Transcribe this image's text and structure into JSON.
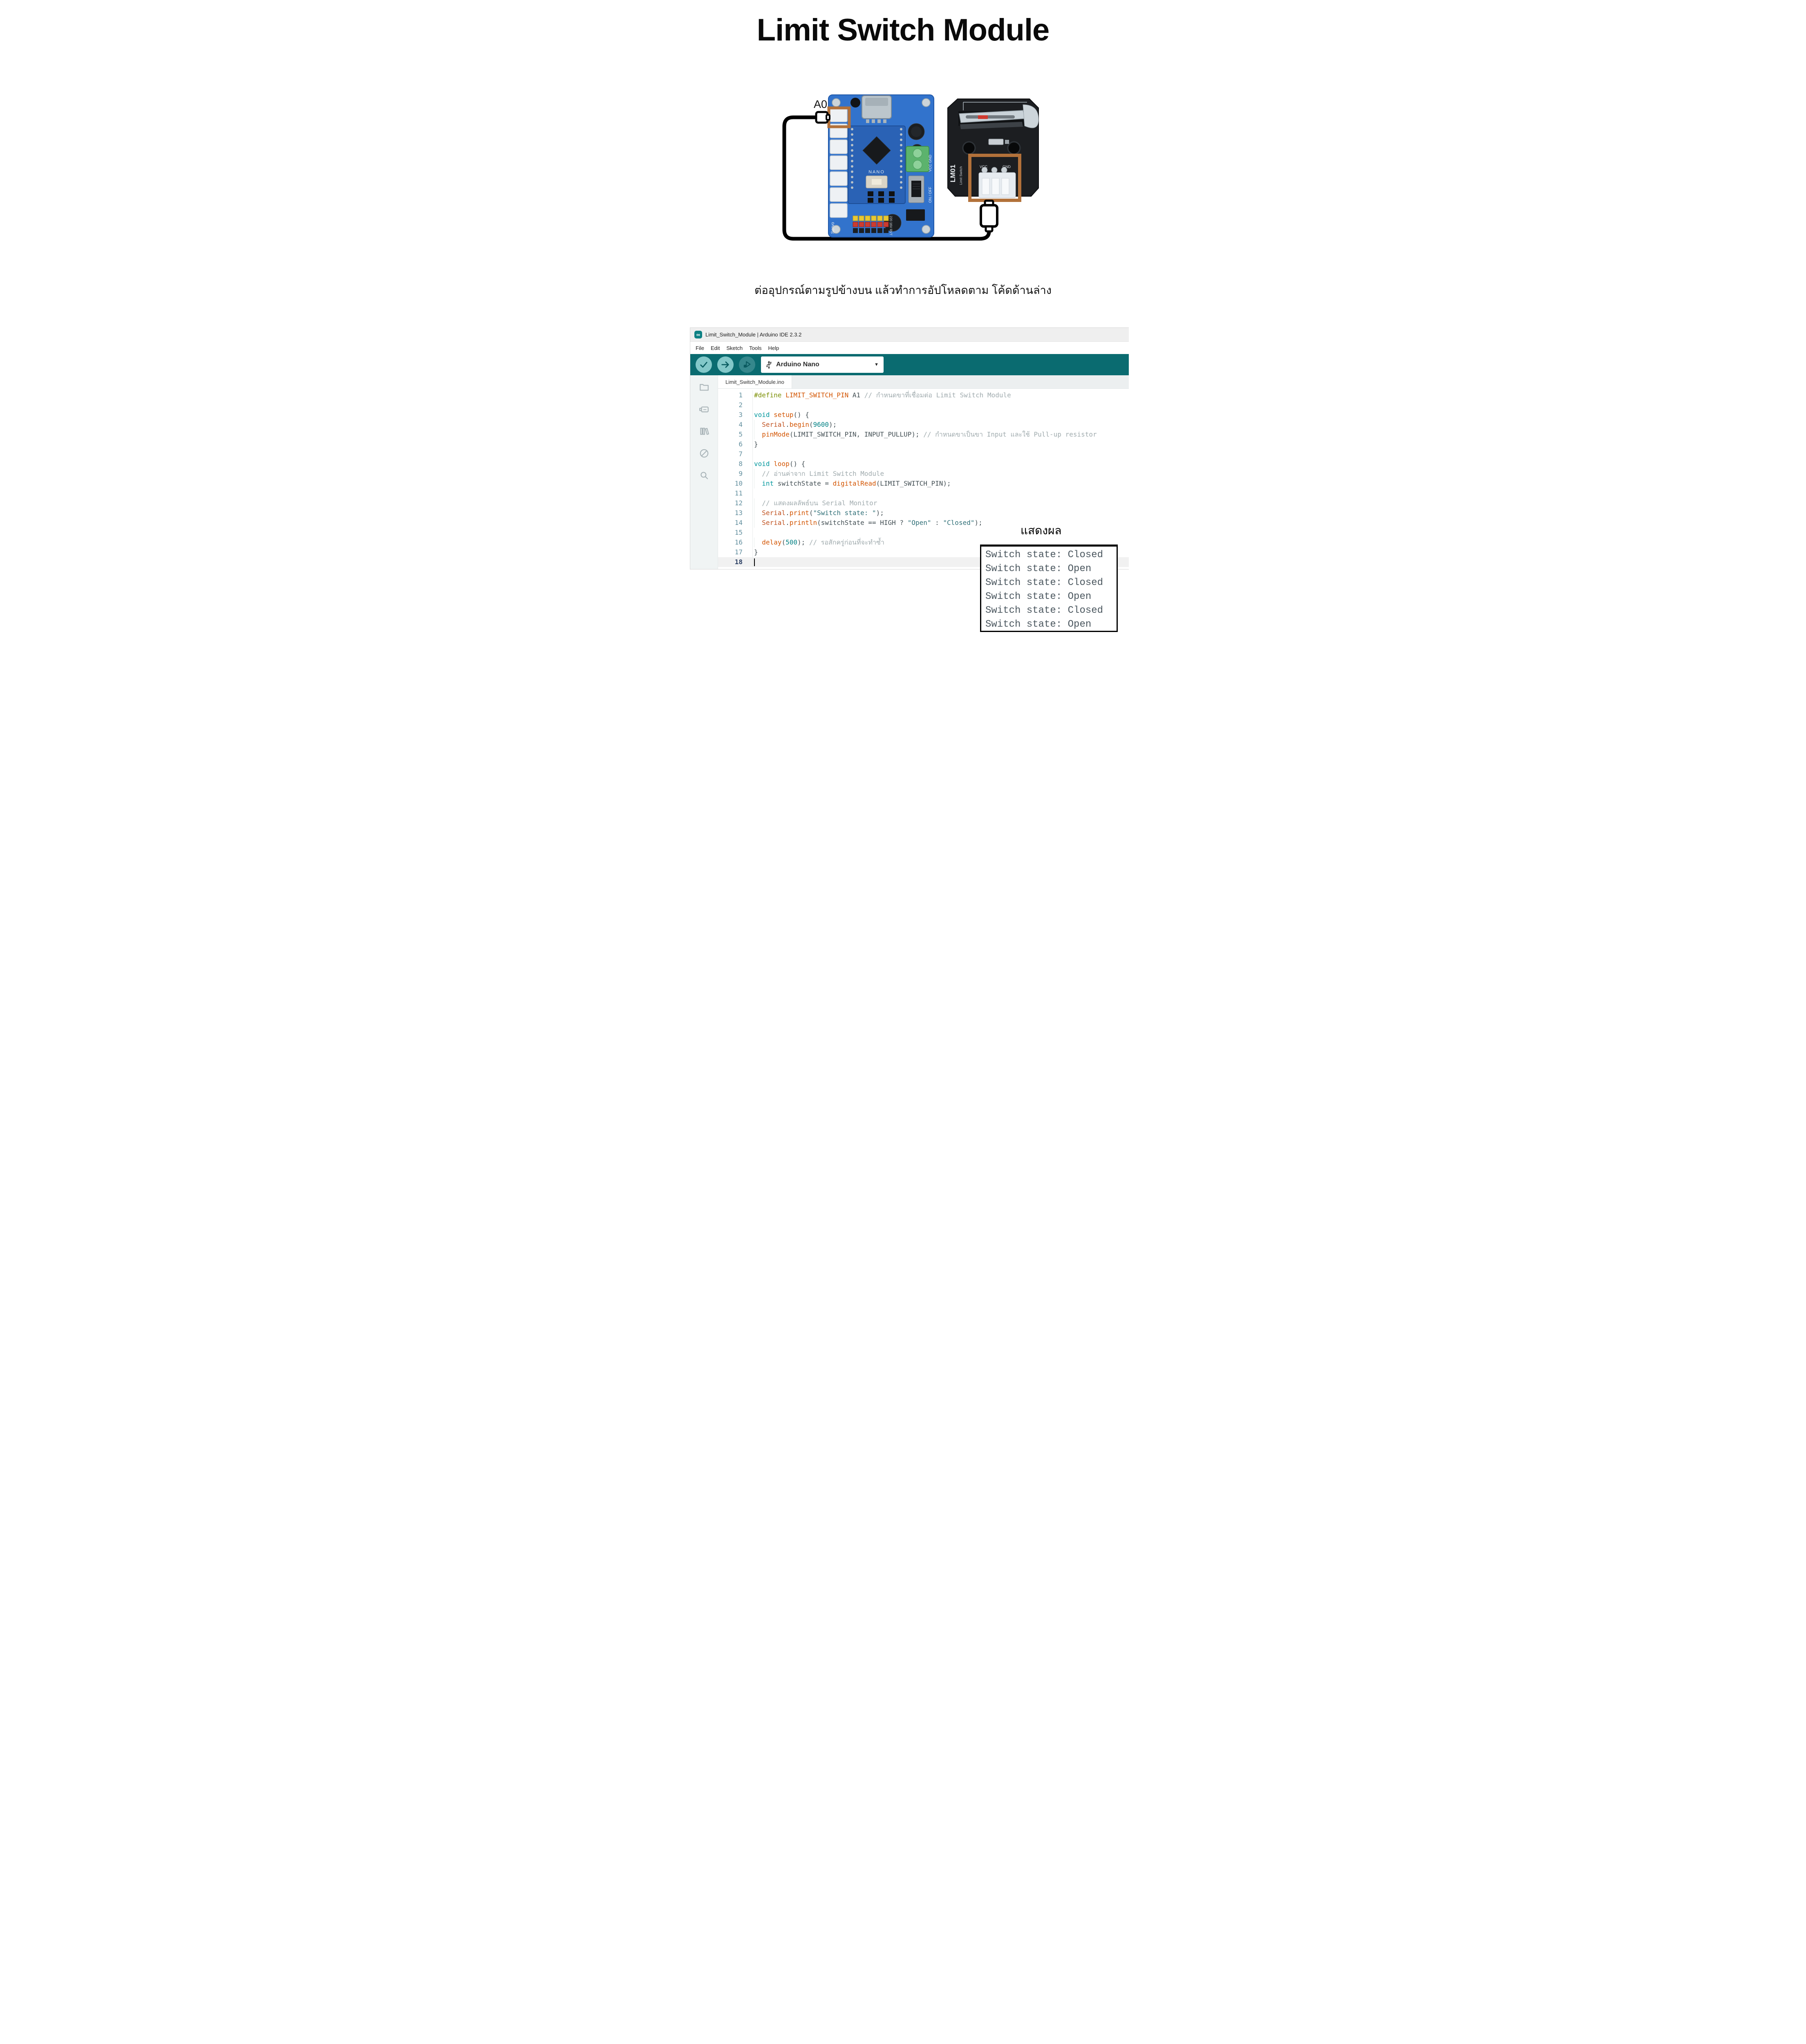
{
  "page": {
    "title": "Limit Switch Module",
    "instruction": "ต่ออุปกรณ์ตามรูปข้างบน แล้วทำการอัปโหลดตาม โค้ดด้านล่าง",
    "result_label": "แสดงผล"
  },
  "diagram": {
    "a0_label": "A0",
    "highlight_color": "#b2713a",
    "board": {
      "nano": "NANO",
      "servo": "Servo",
      "on_off": "ON / OFF",
      "vcc_gnd": "VCC GND",
      "cap_label": "220 16V RVT"
    },
    "module": {
      "model": "LM01",
      "name": "Limit Switch",
      "vcc": "VCC",
      "gnd": "GND"
    }
  },
  "ide": {
    "window_title": "Limit_Switch_Module | Arduino IDE 2.3.2",
    "menus": [
      "File",
      "Edit",
      "Sketch",
      "Tools",
      "Help"
    ],
    "board_selector": "Arduino Nano",
    "tab": "Limit_Switch_Module.ino",
    "colors": {
      "toolbar_teal": "#0a6b70",
      "button_teal": "#83c8c9",
      "keyword": "#00979d",
      "function": "#d35400",
      "define": "#7a8e00",
      "string": "#2f6f77",
      "number": "#008184",
      "comment": "#a0abae",
      "plain": "#434f54"
    }
  },
  "code": {
    "lines": [
      {
        "n": 1,
        "tokens": [
          [
            "def",
            "#define"
          ],
          [
            "pl",
            " "
          ],
          [
            "macro",
            "LIMIT_SWITCH_PIN"
          ],
          [
            "pl",
            " A1 "
          ],
          [
            "cmt",
            "// กำหนดขาที่เชื่อมต่อ Limit Switch Module"
          ]
        ]
      },
      {
        "n": 2,
        "tokens": []
      },
      {
        "n": 3,
        "tokens": [
          [
            "kw",
            "void"
          ],
          [
            "pl",
            " "
          ],
          [
            "fn",
            "setup"
          ],
          [
            "pl",
            "() {"
          ]
        ]
      },
      {
        "n": 4,
        "g": 1,
        "tokens": [
          [
            "pl",
            "  "
          ],
          [
            "obj",
            "Serial"
          ],
          [
            "pl",
            "."
          ],
          [
            "fn",
            "begin"
          ],
          [
            "pl",
            "("
          ],
          [
            "num",
            "9600"
          ],
          [
            "pl",
            ");"
          ]
        ]
      },
      {
        "n": 5,
        "g": 1,
        "tokens": [
          [
            "pl",
            "  "
          ],
          [
            "fn",
            "pinMode"
          ],
          [
            "pl",
            "(LIMIT_SWITCH_PIN, INPUT_PULLUP); "
          ],
          [
            "cmt",
            "// กำหนดขาเป็นขา Input และใช้ Pull-up resistor"
          ]
        ]
      },
      {
        "n": 6,
        "tokens": [
          [
            "pl",
            "}"
          ]
        ]
      },
      {
        "n": 7,
        "tokens": []
      },
      {
        "n": 8,
        "tokens": [
          [
            "kw",
            "void"
          ],
          [
            "pl",
            " "
          ],
          [
            "fn",
            "loop"
          ],
          [
            "pl",
            "() {"
          ]
        ]
      },
      {
        "n": 9,
        "g": 1,
        "tokens": [
          [
            "pl",
            "  "
          ],
          [
            "cmt",
            "// อ่านค่าจาก Limit Switch Module"
          ]
        ]
      },
      {
        "n": 10,
        "g": 1,
        "tokens": [
          [
            "pl",
            "  "
          ],
          [
            "kw",
            "int"
          ],
          [
            "pl",
            " switchState = "
          ],
          [
            "fn",
            "digitalRead"
          ],
          [
            "pl",
            "(LIMIT_SWITCH_PIN);"
          ]
        ]
      },
      {
        "n": 11,
        "tokens": []
      },
      {
        "n": 12,
        "g": 1,
        "tokens": [
          [
            "pl",
            "  "
          ],
          [
            "cmt",
            "// แสดงผลลัพธ์บน Serial Monitor"
          ]
        ]
      },
      {
        "n": 13,
        "g": 1,
        "tokens": [
          [
            "pl",
            "  "
          ],
          [
            "obj",
            "Serial"
          ],
          [
            "pl",
            "."
          ],
          [
            "fn",
            "print"
          ],
          [
            "pl",
            "("
          ],
          [
            "str",
            "\"Switch state: \""
          ],
          [
            "pl",
            ");"
          ]
        ]
      },
      {
        "n": 14,
        "g": 1,
        "tokens": [
          [
            "pl",
            "  "
          ],
          [
            "obj",
            "Serial"
          ],
          [
            "pl",
            "."
          ],
          [
            "fn",
            "println"
          ],
          [
            "pl",
            "(switchState == HIGH ? "
          ],
          [
            "str",
            "\"Open\""
          ],
          [
            "pl",
            " : "
          ],
          [
            "str",
            "\"Closed\""
          ],
          [
            "pl",
            ");"
          ]
        ]
      },
      {
        "n": 15,
        "tokens": []
      },
      {
        "n": 16,
        "g": 1,
        "tokens": [
          [
            "pl",
            "  "
          ],
          [
            "fn",
            "delay"
          ],
          [
            "pl",
            "("
          ],
          [
            "num",
            "500"
          ],
          [
            "pl",
            "); "
          ],
          [
            "cmt",
            "// รอสักครู่ก่อนที่จะทำซ้ำ"
          ]
        ]
      },
      {
        "n": 17,
        "tokens": [
          [
            "pl",
            "}"
          ]
        ]
      },
      {
        "n": 18,
        "a": 1,
        "caret": 1,
        "tokens": []
      }
    ]
  },
  "serial_output": {
    "lines": [
      "Switch state: Closed",
      "Switch state: Open",
      "Switch state: Closed",
      "Switch state: Open",
      "Switch state: Closed",
      "Switch state: Open"
    ]
  }
}
